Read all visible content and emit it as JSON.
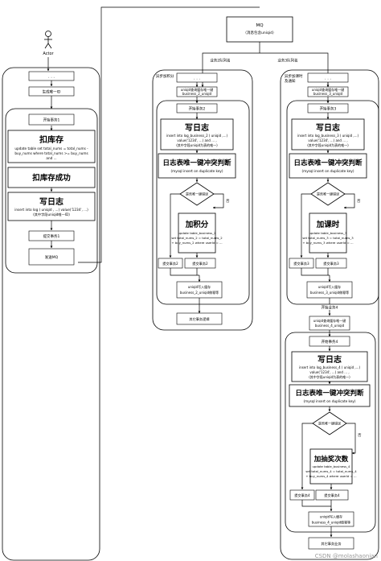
{
  "actor": "Actor",
  "mq": {
    "title": "MQ",
    "subtitle": "（消息包含uniqid）"
  },
  "edges": {
    "business2": "业务2队列名",
    "business3": "业务3队列名",
    "no": "否",
    "start4": "开始业务4"
  },
  "main": {
    "dots": ". . .",
    "gen_id": "生成唯一ID",
    "tx_start": "开始事务1",
    "deduct_title": "扣库存",
    "deduct_sql1": "update table set total_nums = total_nums -",
    "deduct_sql2": "buy_nums where total_nums >= buy_nums",
    "deduct_sql3": "and ...",
    "deduct_ok": "扣库存成功",
    "log_title": "写日志",
    "log_sql1": "insert into log ( uniqid , ...) value('1234', ...)",
    "log_sql2": "(其中字段uniqid唯一ID)",
    "tx_commit": "提交事务1",
    "send_mq": "发送MQ"
  },
  "biz2": {
    "caption": "异步加积分",
    "dots": ". . .",
    "query": "uniqid查询缓存唯一键",
    "query2": "business_2_uniqid",
    "tx_start": "开始事务2",
    "log_title": "写日志",
    "log_sql1": "insert into log_business_2 ( uniqid ,...)",
    "log_sql2": "value('1234', ...) and ... ,",
    "log_sql3": "(其中字段uniqid为表的唯一)",
    "conflict_title": "日志表唯一键冲突判断",
    "conflict_sub": "(mysql insert on duplicate key)",
    "decision": "是否唯一键错误",
    "action_title": "加积分",
    "action_sql1": "update table_business_2",
    "action_sql2": "set total_nums_2 = total_nums_2",
    "action_sql3": "+ buy_nums_2 where userId = ...",
    "commit_left": "提交事务2",
    "commit_right": "提交事务2",
    "cache1": "uniqid写入缓存",
    "cache2": "business_2_uniqid做幂等",
    "other": "其它事务逻辑"
  },
  "biz3": {
    "caption1": "异步加课时",
    "caption2": "及通知",
    "dots": ". . .",
    "query": "uniqid查询缓存唯一键",
    "query2": "business_3_uniqid",
    "tx_start": "开始事务3",
    "log_title": "写日志",
    "log_sql1": "insert into log_business_3 ( uniqid ,...)",
    "log_sql2": "value('1234', ...) and ... ,",
    "log_sql3": "(其中字段uniqid为表的唯一)",
    "conflict_title": "日志表唯一键冲突判断",
    "conflict_sub": "(mysql insert on duplicate key)",
    "decision": "是否唯一键错误",
    "action_title": "加课时",
    "action_sql1": "update table_business_3",
    "action_sql2": "set total_nums_3 = total_nums_3",
    "action_sql3": "+ buy_nums_3 where userId = ...",
    "commit_left": "提交事务3",
    "commit_right": "提交事务3",
    "cache1": "uniqid写入缓存",
    "cache2": "business_3_uniqid做幂等"
  },
  "biz4": {
    "query": "uniqid查询缓存唯一键",
    "query2": "business_4_uniqid",
    "tx_start": "开始事务4",
    "log_title": "写日志",
    "log_sql1": "insert into log_business_4 ( uniqid ,...)",
    "log_sql2": "value('1234', ...) and ... ,",
    "log_sql3": "(其中字段uniqid为表的唯一)",
    "conflict_title": "日志表唯一键冲突判断",
    "conflict_sub": "(mysql insert on duplicate key)",
    "decision": "是否唯一键错误",
    "action_title": "加抽奖次数",
    "action_sql1": "update table_business_4",
    "action_sql2": "set total_nums_4 = total_nums_4",
    "action_sql3": "+ buy_nums_4 where userId = ...",
    "commit_left": "提交事务4",
    "commit_right": "提交事务4",
    "cache1": "uniqid写入缓存",
    "cache2": "business_4_uniqid做幂等",
    "other": "其它事务业务"
  },
  "watermark": "CSDN @molashaonian"
}
